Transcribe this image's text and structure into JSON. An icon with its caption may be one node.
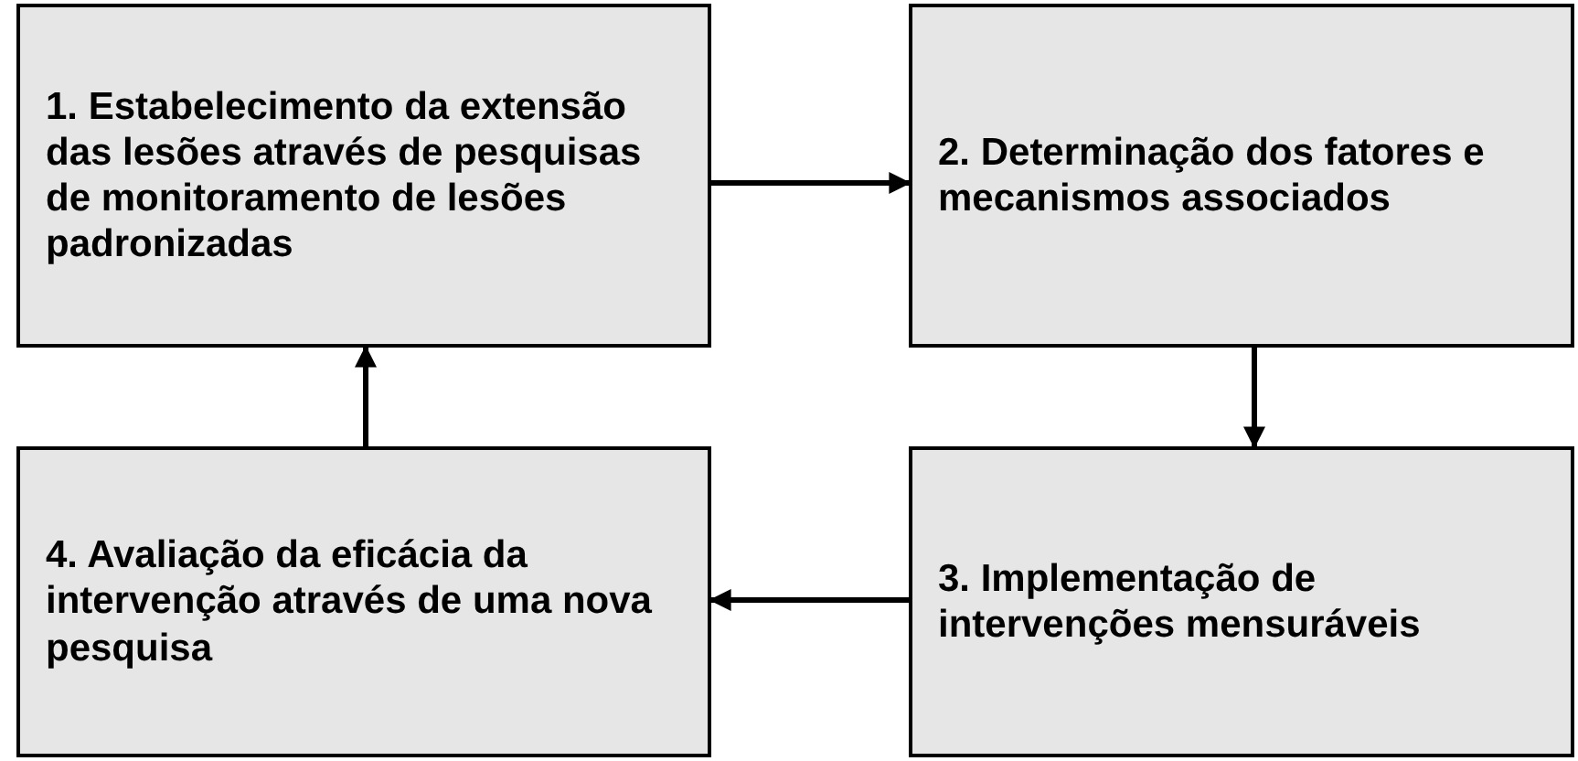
{
  "diagram": {
    "nodes": [
      {
        "text": [
          "1. Estabelecimento da extensão das lesões através de pesquisas de monitoramento de lesões padronizadas"
        ]
      },
      {
        "text": [
          "2. Determinação dos fatores e mecanismos associados"
        ]
      },
      {
        "text": [
          "3. Implementação de intervenções mensuráveis"
        ]
      },
      {
        "text": [
          "4. Avaliação da eficácia da intervenção através de uma nova pesquisa"
        ]
      }
    ],
    "edges": [
      {
        "from": 0,
        "to": 1,
        "arrow": "to"
      },
      {
        "from": 1,
        "to": 2,
        "arrow": "to"
      },
      {
        "from": 2,
        "to": 3,
        "arrow": "to"
      },
      {
        "from": 3,
        "to": 0,
        "arrow": "to"
      }
    ]
  }
}
